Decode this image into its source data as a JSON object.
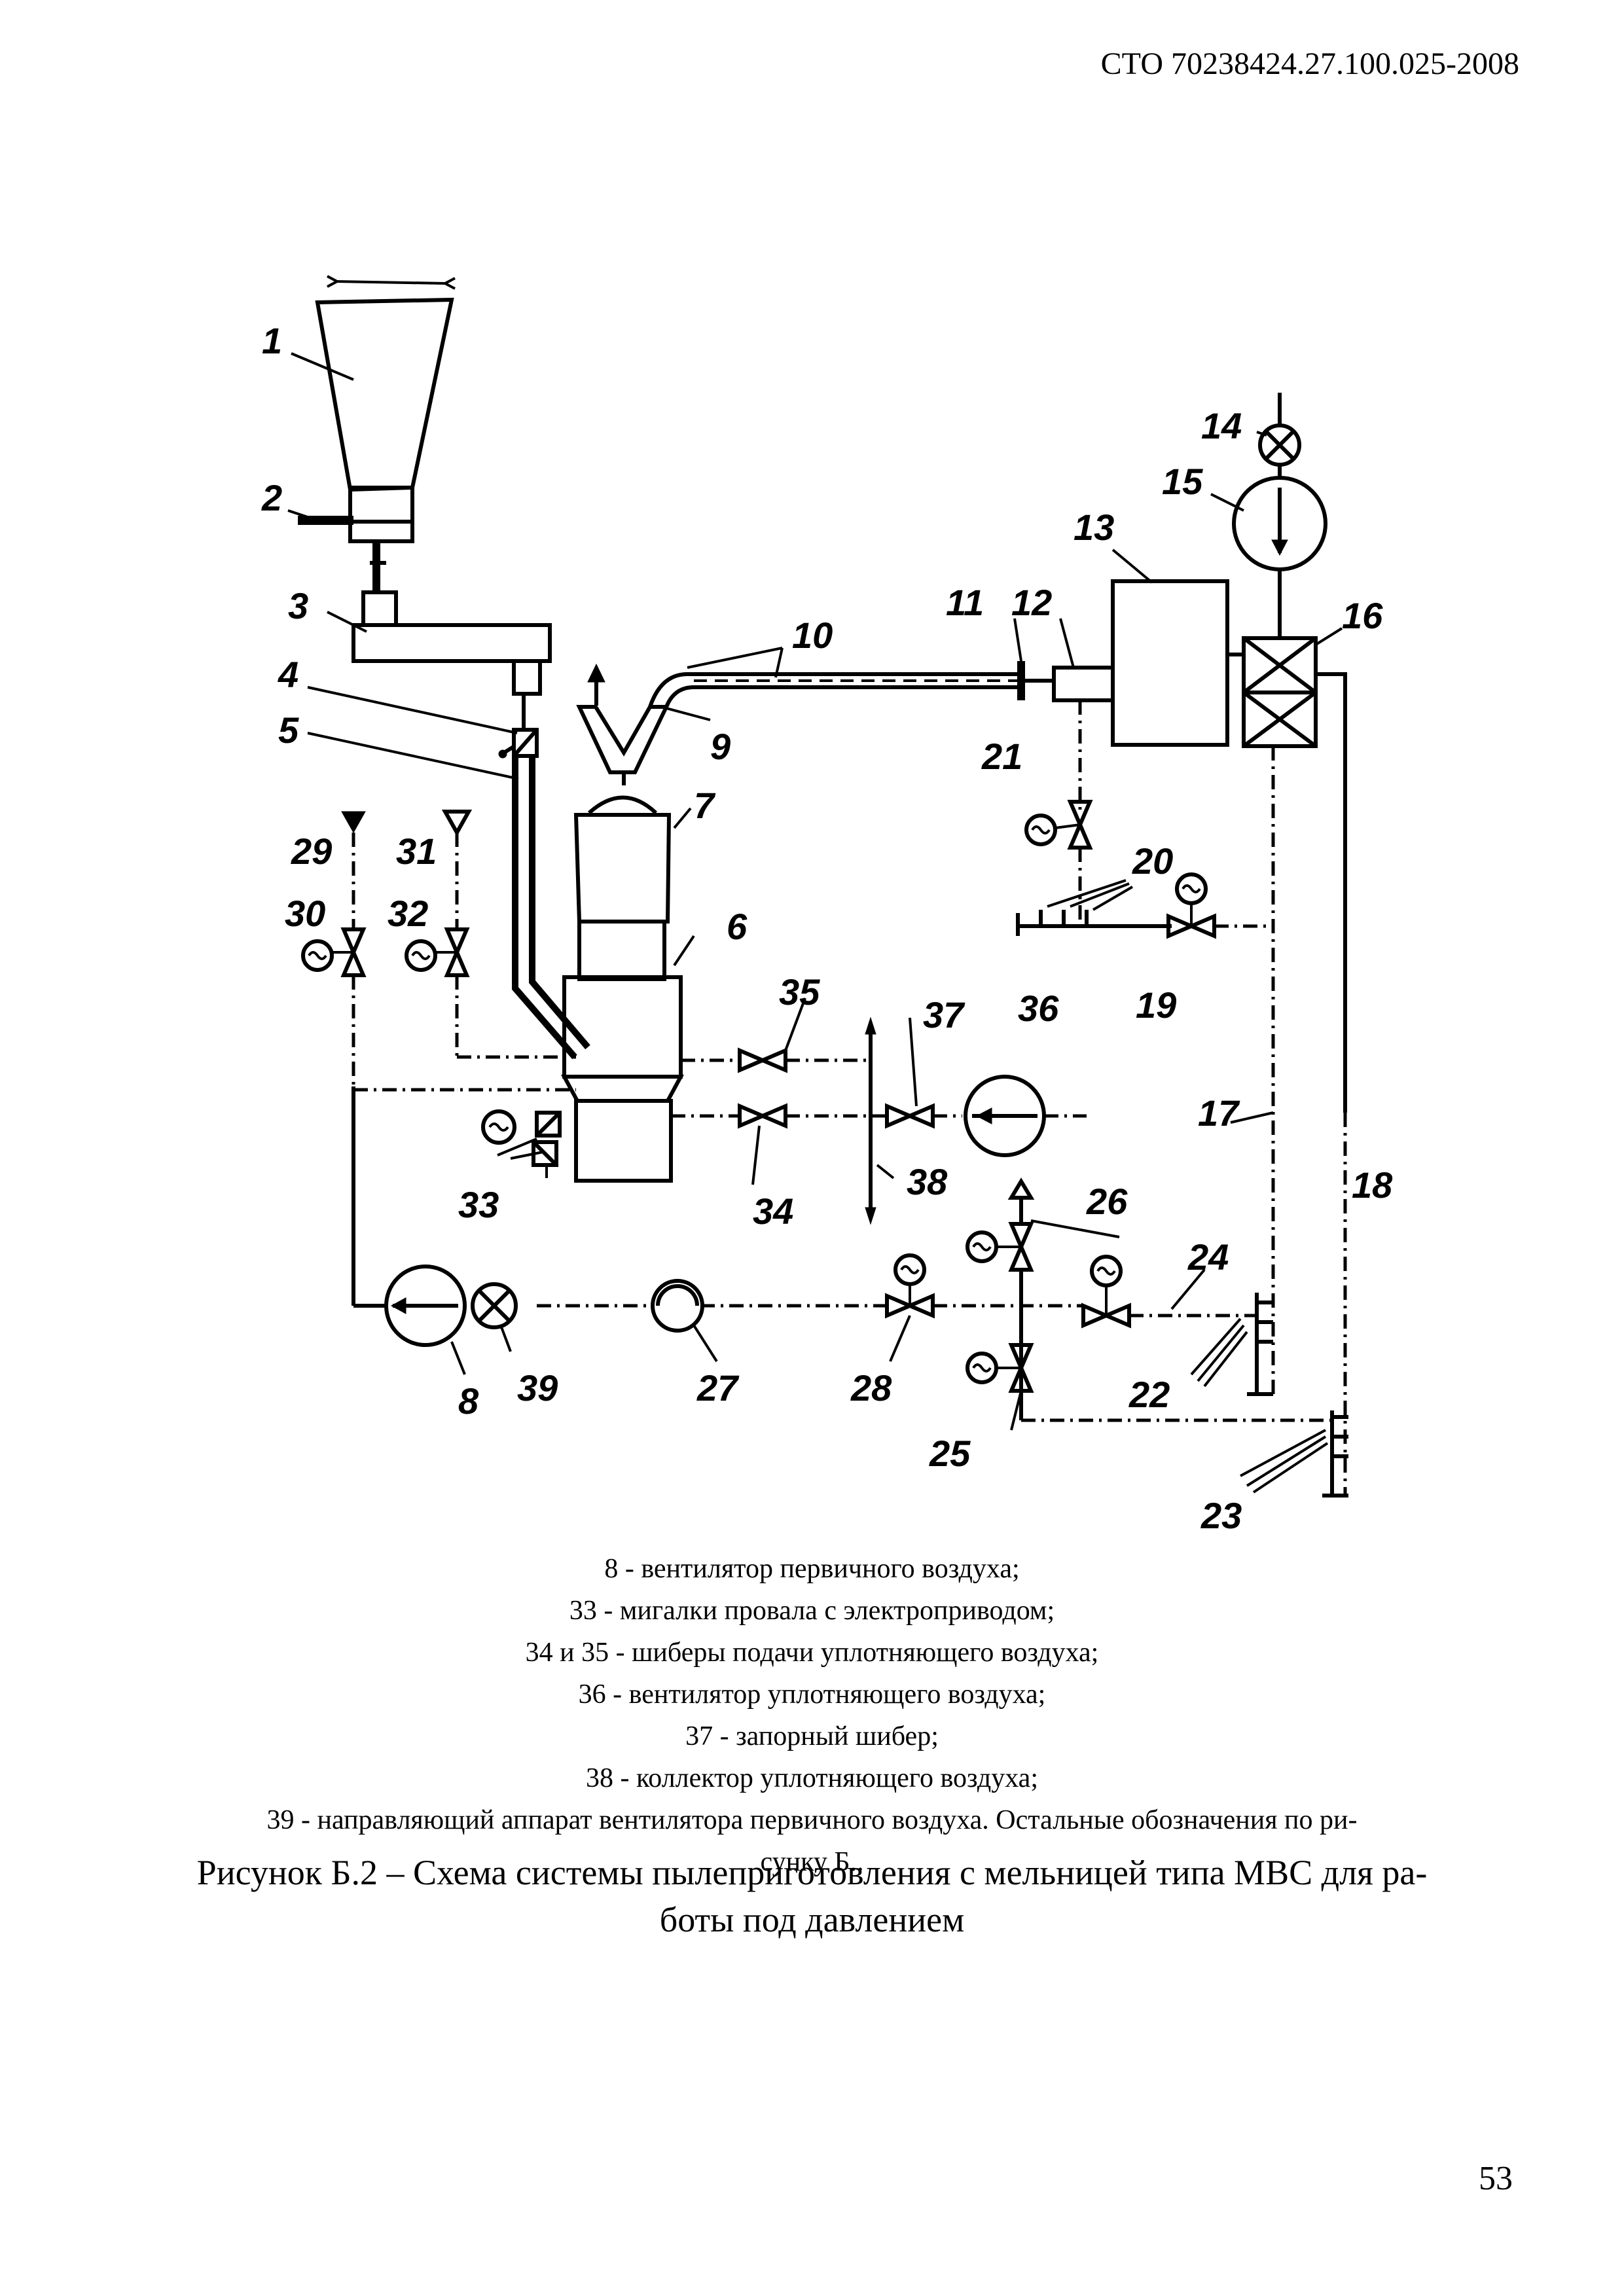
{
  "header": "СТО 70238424.27.100.025-2008",
  "labels": {
    "l1": "1",
    "l2": "2",
    "l3": "3",
    "l4": "4",
    "l5": "5",
    "l6": "6",
    "l7": "7",
    "l8": "8",
    "l9": "9",
    "l10": "10",
    "l11": "11",
    "l12": "12",
    "l13": "13",
    "l14": "14",
    "l15": "15",
    "l16": "16",
    "l17": "17",
    "l18": "18",
    "l19": "19",
    "l20": "20",
    "l21": "21",
    "l22": "22",
    "l23": "23",
    "l24": "24",
    "l25": "25",
    "l26": "26",
    "l27": "27",
    "l28": "28",
    "l29": "29",
    "l30": "30",
    "l31": "31",
    "l32": "32",
    "l33": "33",
    "l34": "34",
    "l35": "35",
    "l36": "36",
    "l37": "37",
    "l38": "38",
    "l39": "39"
  },
  "legend": [
    "8 -  вентилятор первичного воздуха;",
    "33 -  мигалки провала с электроприводом;",
    "34 и 35 -  шиберы подачи уплотняющего воздуха;",
    "36 -  вентилятор уплотняющего воздуха;",
    "37 -  запорный шибер;",
    "38 -  коллектор уплотняющего воздуха;",
    "39 -  направляющий аппарат вентилятора первичного воздуха. Остальные обозначения по ри-",
    "сунку Б.."
  ],
  "caption": {
    "line1": "Рисунок Б.2 – Схема системы пылеприготовления с мельницей типа МВС для ра-",
    "line2": "боты под давлением"
  },
  "page_number": "53"
}
